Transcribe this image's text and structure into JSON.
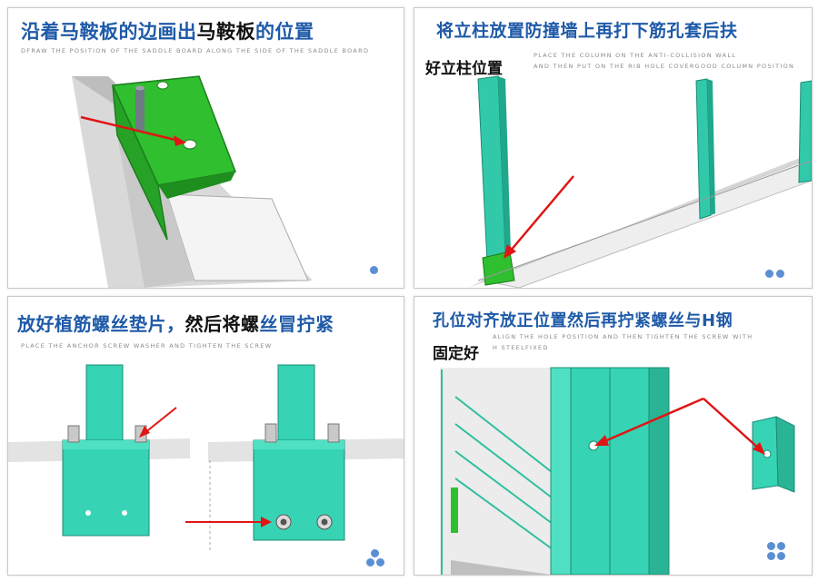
{
  "panels": [
    {
      "title_blue": "沿着马鞍板的边画出",
      "title_dark": "马鞍板",
      "title_blue2": "的位置",
      "caption": "DFRAW THE POSITION OF THE SADDLE BOARD ALONG THE SIDE OF THE SADDLE BOARD"
    },
    {
      "title": "将立柱放置防撞墙上再打下筋孔套后扶",
      "subtitle": "好立柱位置",
      "caption_line1": "PLACE THE COLUMN ON THE ANTI-COLLISION WALL",
      "caption_line2": "AND THEN PUT ON THE RIB HOLE COVERGOOD COLUMN POSITION"
    },
    {
      "title_blue": "放好植筋螺丝垫片，",
      "title_dark": "然后将螺",
      "title_blue2": "丝冒拧紧",
      "caption": "PLACE THE ANCHOR SCREW WASHER AND TIGHTEN THE SCREW"
    },
    {
      "title": "孔位对齐放正位置然后再拧紧螺丝与H钢",
      "subtitle": "固定好",
      "caption_line1": "ALIGN THE HOLE POSITION AND THEN TIGHTEN THE SCREW WITH",
      "caption_line2": "H STEELFIXED"
    }
  ],
  "colors": {
    "title_blue": "#1f5aa8",
    "dark_text": "#111111",
    "column_teal": "#36d3b4",
    "bracket_green": "#2fbf2f",
    "arrow_red": "#e01515",
    "nav_dot": "#5b8fd3"
  },
  "icons": [
    "nav-dot-icon",
    "red-arrow-icon"
  ]
}
